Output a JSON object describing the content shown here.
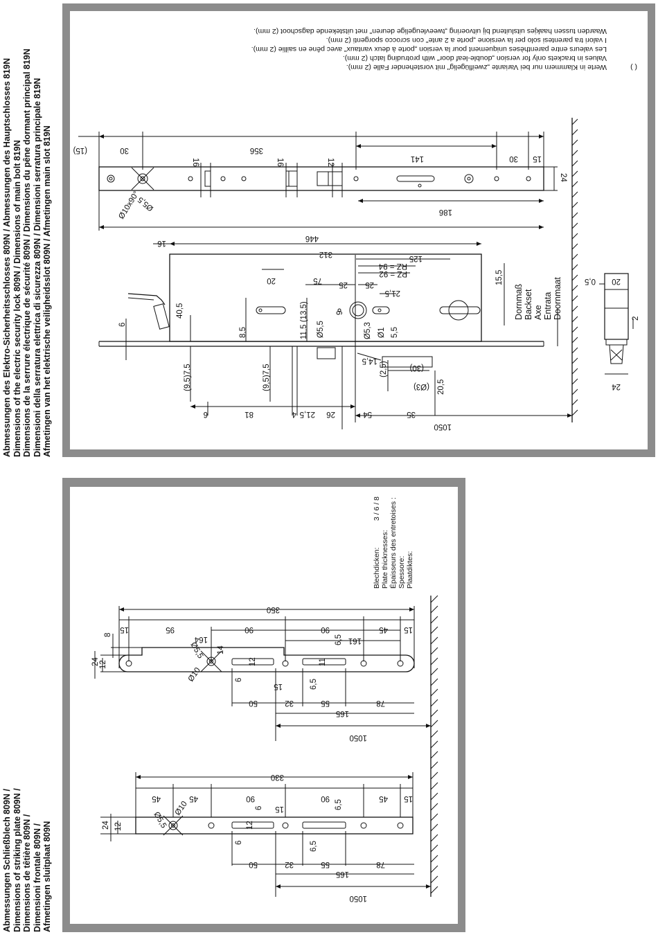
{
  "top_caption": [
    "Abmessungen des Elektro-Sicherheitsschlosses 809N  /  Abmessungen des Hauptschlosses 819N",
    "Dimensions of the electric security lock 809N  /  Dimensions of main bolt 819N",
    "Dimensions de la serrure électrique de sécurité 809N  /  Dimensions du pêne dormant principal 819N",
    "Dimensioni della serratura elettrica di sicurezza 809N  /  Dimensioni serratura principale 819N",
    "Afmetingen van het elektrische veiligheidsslot 809N  /  Afmetingen main slot 819N"
  ],
  "bottom_caption": [
    "Abmessungen Schließblech 809N /",
    "Dimensions of striking plate 809N /",
    "Dimensions de têtière 809N /",
    "Dimensioni frontale 809N /",
    "Afmetingen sluitplaat 809N"
  ],
  "notes": {
    "bracket": "( )",
    "de": "Werte in Klammern nur bei Variante „zweiflügelig\" mit vorstehender Falle (2 mm).",
    "en": "Values in brackets only for version „double-leaf door\" with protruding latch (2 mm).",
    "fr": "Les valeurs entre parenthèses uniquement pour la version „porte à deux vantaux\" avec pêne en saillie (2 mm).",
    "it": "I valori tra parentesi solo per la versione „porte a 2 ante\" con scrocco sporgenti (2 mm).",
    "nl": "Waarden tussen haakjes uitsluitend bij uitvoering „tweevleugelige deuren\" met uitstekende dagschoot (2 mm)."
  },
  "backset": [
    "Dornmaß",
    "Backset",
    "Axe",
    "Entrata",
    "Doornmaat"
  ],
  "plate_thickness": {
    "labels": [
      "Blechdicken:",
      "Plate thicknesses:",
      "Épaisseurs des entretoises :",
      "Spessore:",
      "Plaatdiktes:"
    ],
    "value": "3 / 6 / 8"
  },
  "dims_top": {
    "d15_br": "(15)",
    "d30a": "30",
    "d356": "356",
    "d16a": "16",
    "d16b": "16",
    "d12": "12",
    "d141": "141",
    "d30b": "30",
    "d15": "15",
    "d24": "24",
    "d186": "186",
    "d446": "446",
    "d10x90": "Ø10x90°",
    "d5_5": "Ø5,5",
    "d16c": "16",
    "d312": "312",
    "d125": "125",
    "rz94": "RZ = 94",
    "pz92": "PZ = 92",
    "d20": "20",
    "d75": "75",
    "d25a": "25",
    "d25b": "25",
    "d21_5": "21,5",
    "d15_5": "15,5",
    "d6": "6",
    "d40_5": "40,5",
    "d8_5": "8,5",
    "d11_5": "11,5 (13,5)",
    "d5_5b": "Ø5,5",
    "d9": "9",
    "d5_3": "Ø5,3",
    "d1": "Ø1",
    "d5_5c": "5,5",
    "d14_5": "14,5",
    "d30br": "(30)",
    "d3br": "(Ø3)",
    "d2_5": "(2,5)",
    "d20_5": "20,5",
    "d9_5a": "(9,5)7,5",
    "d9_5b": "(9,5)7,5",
    "d6b": "6",
    "d81": "81",
    "d21_5b": "21,5",
    "d4": "4",
    "d26": "26",
    "d54": "54",
    "d35": "35",
    "d1050": "1050",
    "d0_5": "0,5",
    "d20s": "20",
    "d2": "2",
    "d24s": "24"
  },
  "dims_plate1": {
    "d350": "350",
    "d15a": "15",
    "d95": "95",
    "d90a": "90",
    "d90b": "90",
    "d45": "45",
    "d15b": "15",
    "d8": "8",
    "d164": "164",
    "d161": "161",
    "d5_5": "Ø5,5",
    "d14": "14",
    "d6_5a": "6,5",
    "d24": "24",
    "d12a": "12",
    "d12b": "12",
    "d10": "Ø10",
    "d6": "6",
    "d11": "11",
    "d15c": "15",
    "d6_5b": "6,5",
    "d50": "50",
    "d32": "32",
    "d55": "55",
    "d78": "78",
    "d165": "165",
    "d1050": "1050"
  },
  "dims_plate2": {
    "d330": "330",
    "d45a": "45",
    "d45b": "45",
    "d90a": "90",
    "d90b": "90",
    "d45c": "45",
    "d15": "15",
    "d10": "Ø10",
    "d5_5": "Ø5,5",
    "d6a": "6",
    "d15b": "15",
    "d6_5a": "6,5",
    "d24": "24",
    "d12a": "12",
    "d12b": "12",
    "d6b": "6",
    "d6_5b": "6,5",
    "d50": "50",
    "d32": "32",
    "d55": "55",
    "d78": "78",
    "d165": "165",
    "d1050": "1050"
  },
  "colors": {
    "frame": "#8c8c8c",
    "ink": "#111111",
    "paper": "#ffffff"
  }
}
